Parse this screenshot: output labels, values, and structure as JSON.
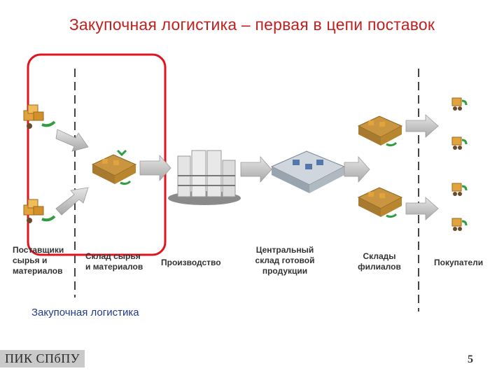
{
  "title": "Закупочная логистика – первая в цепи поставок",
  "labels": {
    "suppliers": [
      "Поставщики",
      "сырья и",
      "материалов"
    ],
    "raw_warehouse": [
      "Склад сырья",
      "и материалов"
    ],
    "production": "Производство",
    "central_warehouse": [
      "Центральный",
      "склад готовой",
      "продукции"
    ],
    "branch_warehouses": [
      "Склады",
      "филиалов"
    ],
    "buyers": "Покупатели"
  },
  "caption": "Закупочная логистика",
  "logo": "ПИК СПбПУ",
  "page_number": "5",
  "colors": {
    "title": "#c0201e",
    "highlight_frame": "#e0141e",
    "caption": "#1f3b8a",
    "arrow": "#cfcfcf",
    "crate": "#e2a33c"
  },
  "icons": [
    "supplier-icon",
    "warehouse-icon",
    "factory-icon",
    "central-warehouse-icon",
    "buyer-icon"
  ]
}
